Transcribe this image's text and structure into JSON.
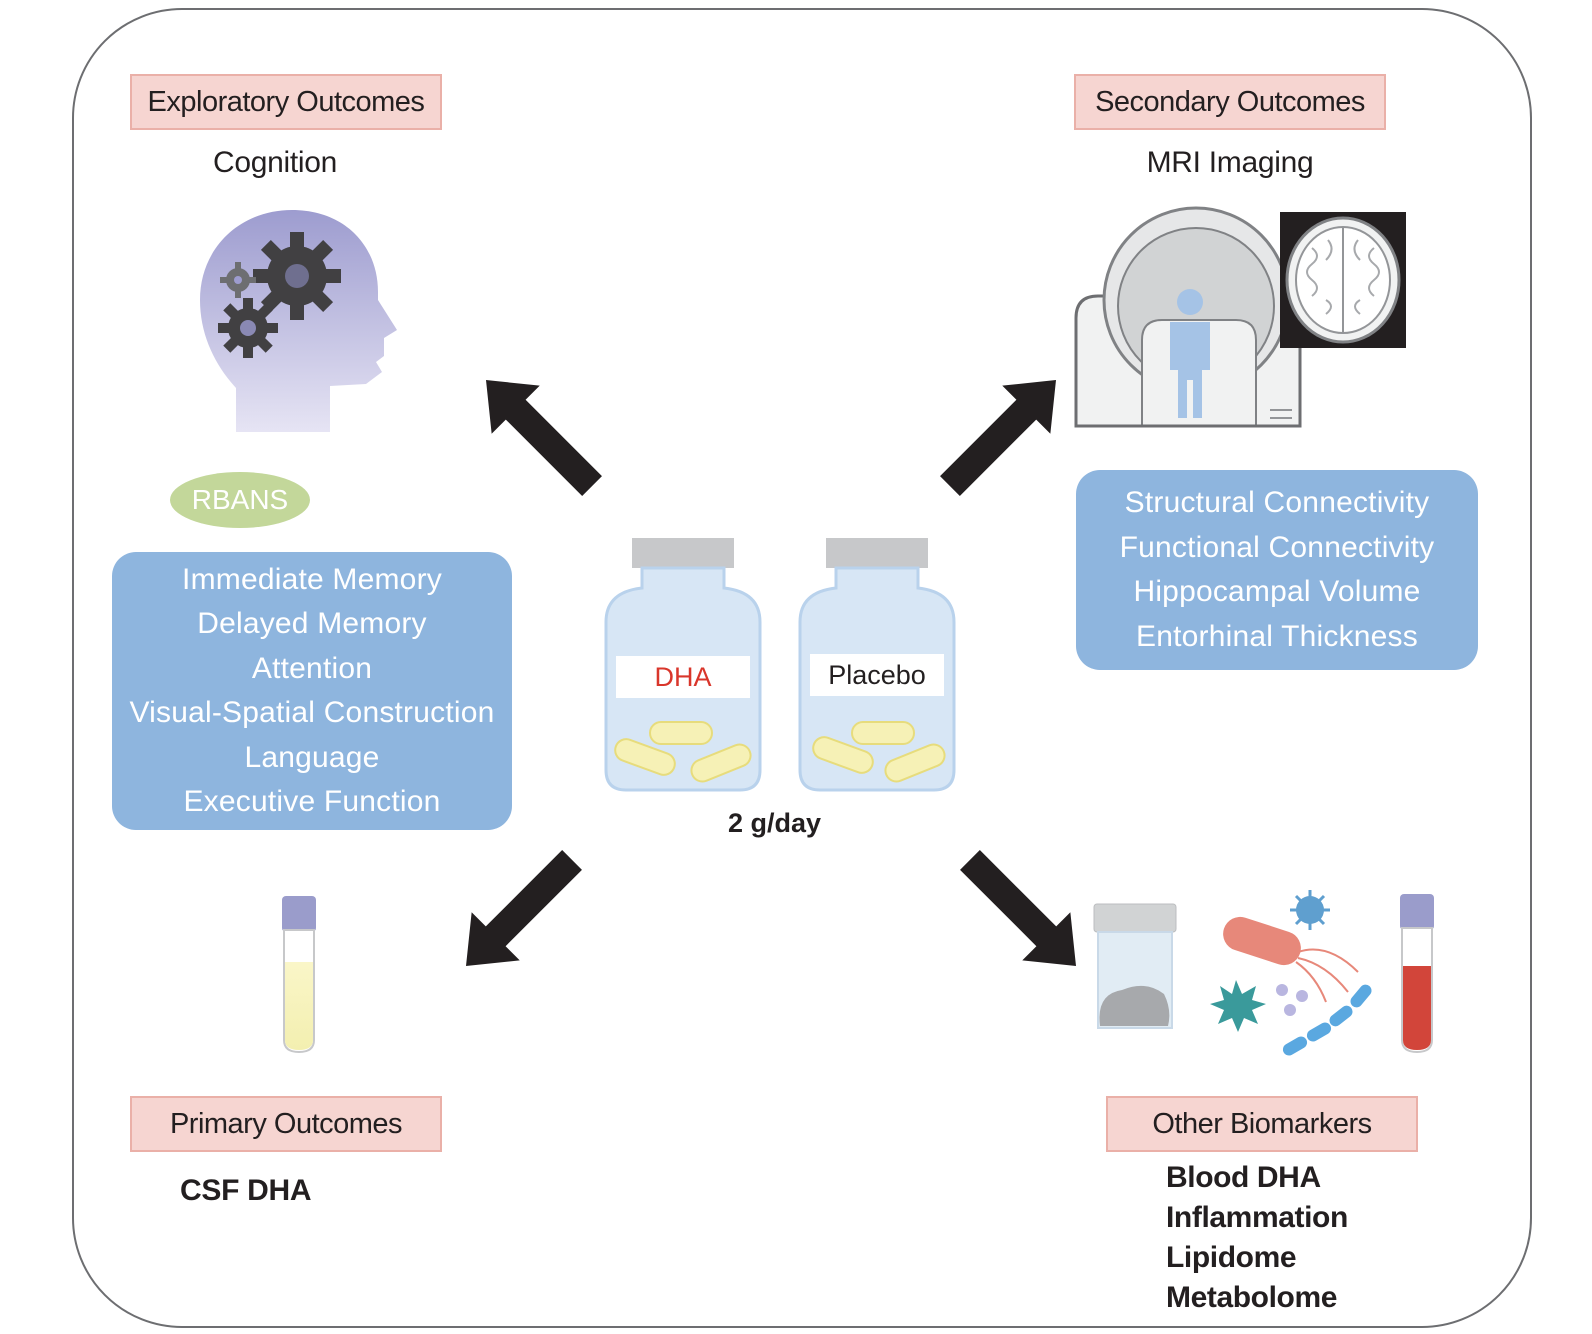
{
  "exploratory": {
    "label": "Exploratory Outcomes",
    "subtitle": "Cognition",
    "test": "RBANS",
    "domains": [
      "Immediate Memory",
      "Delayed Memory",
      "Attention",
      "Visual-Spatial Construction",
      "Language",
      "Executive Function"
    ]
  },
  "secondary": {
    "label": "Secondary Outcomes",
    "subtitle": "MRI Imaging",
    "measures": [
      "Structural Connectivity",
      "Functional Connectivity",
      "Hippocampal Volume",
      "Entorhinal Thickness"
    ]
  },
  "primary": {
    "label": "Primary Outcomes",
    "subtitle": "CSF DHA"
  },
  "biomarkers": {
    "label": "Other Biomarkers",
    "items": [
      "Blood DHA",
      "Inflammation",
      "Lipidome",
      "Metabolome"
    ]
  },
  "intervention": {
    "bottle_left": "DHA",
    "bottle_right": "Placebo",
    "dose": "2 g/day"
  },
  "colors": {
    "label_fill": "#f6d5d1",
    "blue_box": "#8eb5de",
    "rbans": "#c3d79a",
    "dha_text": "#d9362b",
    "arrow": "#231f20"
  }
}
